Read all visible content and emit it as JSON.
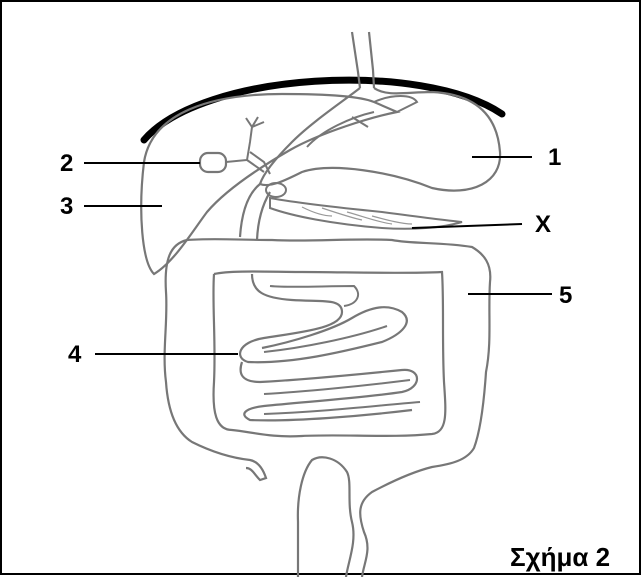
{
  "figure": {
    "caption": "Σχήμα 2",
    "labels": {
      "l1": "1",
      "l2": "2",
      "l3": "3",
      "l4": "4",
      "l5": "5",
      "lx": "X"
    }
  },
  "colors": {
    "outline": "#000000",
    "organ_stroke": "#777777",
    "background": "#ffffff"
  }
}
